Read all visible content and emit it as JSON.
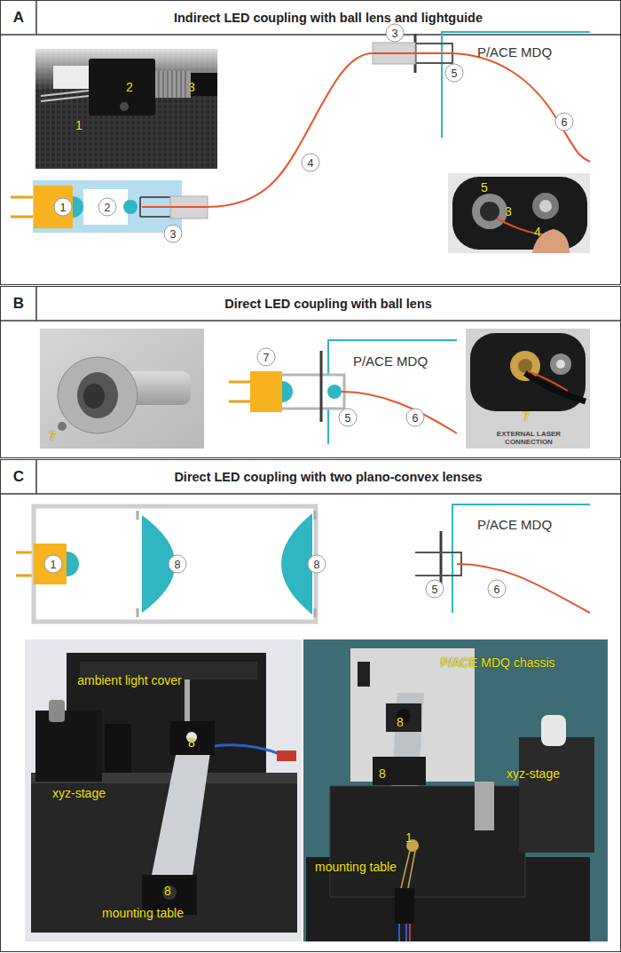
{
  "diagram": {
    "nodes": [
      {
        "text": [
          "A",
          "Indirect LED coupling with ball lens and lightguide"
        ]
      },
      {
        "text": [
          "1",
          "2",
          "3"
        ],
        "in": 0
      },
      {
        "text": [
          "5",
          "3",
          "4"
        ],
        "in": 0
      },
      {
        "text": [
          "B",
          "Direct LED coupling with ball lens"
        ]
      },
      {
        "text": [
          "7"
        ],
        "in": 3
      },
      {
        "text": [
          "7",
          "EXTERNAL LASER CONNECTION"
        ],
        "in": 3
      },
      {
        "text": [
          "C",
          "Direct LED coupling with two plano-convex lenses"
        ]
      },
      {
        "text": [
          "ambient light cover",
          "8",
          "xyz-stage",
          "8",
          "mounting table"
        ],
        "in": 6
      },
      {
        "text": [
          "P/ACE MDQ chassis",
          "8",
          "8",
          "xyz-stage",
          "1",
          "mounting table"
        ],
        "in": 6
      }
    ],
    "labels": [
      "1",
      "2",
      "3",
      "4",
      "3",
      "P/ACE MDQ",
      "5",
      "6",
      "7",
      "P/ACE MDQ",
      "5",
      "6",
      "1",
      "8",
      "8",
      "P/ACE MDQ",
      "5",
      "6"
    ]
  }
}
